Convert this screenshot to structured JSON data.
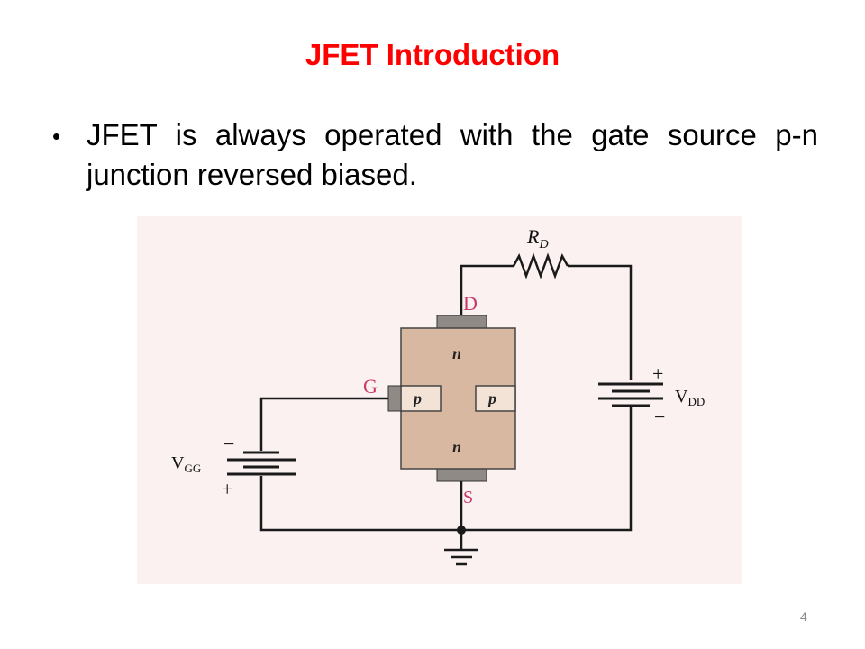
{
  "slide": {
    "title": "JFET Introduction",
    "bullet": "JFET is always operated with the gate source p-n junction reversed biased.",
    "page_number": "4"
  },
  "diagram": {
    "resistor_label": "R",
    "resistor_sub": "D",
    "drain_label": "D",
    "gate_label": "G",
    "source_label": "S",
    "n_top": "n",
    "n_bottom": "n",
    "p_left": "p",
    "p_right": "p",
    "vdd_label": "V",
    "vdd_sub": "DD",
    "vgg_label": "V",
    "vgg_sub": "GG",
    "vdd_plus": "+",
    "vdd_minus": "−",
    "vgg_plus": "+",
    "vgg_minus": "−",
    "colors": {
      "background": "#fbf1f1",
      "channel": "#d8b8a1",
      "contact": "#908a86",
      "wire": "#1a1a1a",
      "pin_label": "#c8386a"
    }
  }
}
